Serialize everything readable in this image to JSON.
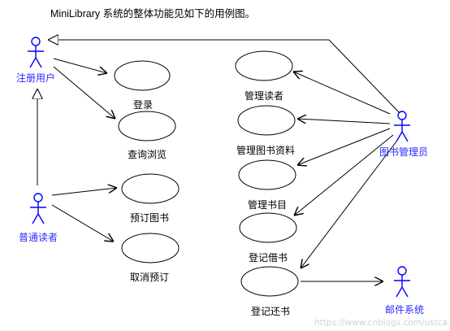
{
  "title": "MiniLibrary 系统的整体功能见如下的用例图。",
  "actors": {
    "registered_user": "注册用户",
    "ordinary_reader": "普通读者",
    "librarian": "图书管理员",
    "mail_system": "邮件系统"
  },
  "use_cases": {
    "login": "登录",
    "browse": "查询浏览",
    "reserve": "预订图书",
    "cancel_reserve": "取消预订",
    "manage_readers": "管理读者",
    "manage_book_info": "管理图书资料",
    "manage_catalog": "管理书目",
    "borrow": "登记借书",
    "return": "登记还书"
  },
  "watermark": "https://www.cnblogs.com/ustca",
  "colors": {
    "actor": "#0000ff",
    "actor_label": "#2a2aff",
    "line": "#000000"
  }
}
